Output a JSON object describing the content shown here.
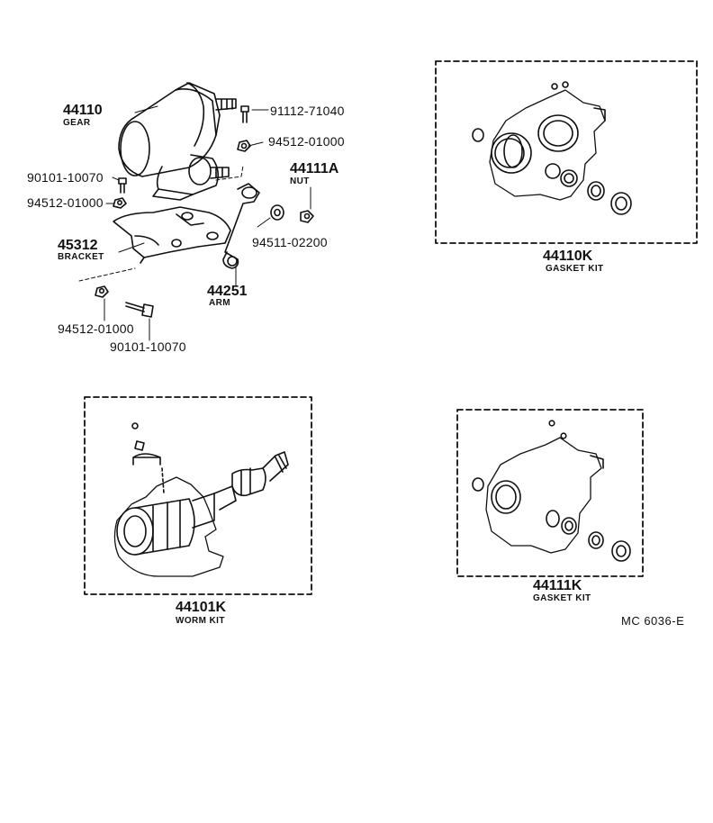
{
  "parts": {
    "gear": {
      "number": "44110",
      "name": "GEAR"
    },
    "bolt_top": {
      "number": "91112-71040"
    },
    "nut_top": {
      "number": "94512-01000"
    },
    "nut_main": {
      "number": "44111A",
      "name": "NUT"
    },
    "bolt_left": {
      "number": "90101-10070"
    },
    "nut_left": {
      "number": "94512-01000"
    },
    "bracket": {
      "number": "45312",
      "name": "BRACKET"
    },
    "washer_right": {
      "number": "94511-02200"
    },
    "arm": {
      "number": "44251",
      "name": "ARM"
    },
    "nut_bottom": {
      "number": "94512-01000"
    },
    "bolt_bottom": {
      "number": "90101-10070"
    }
  },
  "kits": {
    "gasket_kit_1": {
      "number": "44110K",
      "name": "GASKET KIT"
    },
    "worm_kit": {
      "number": "44101K",
      "name": "WORM KIT"
    },
    "gasket_kit_2": {
      "number": "44111K",
      "name": "GASKET KIT"
    }
  },
  "diagram_code": "MC  6036-E"
}
